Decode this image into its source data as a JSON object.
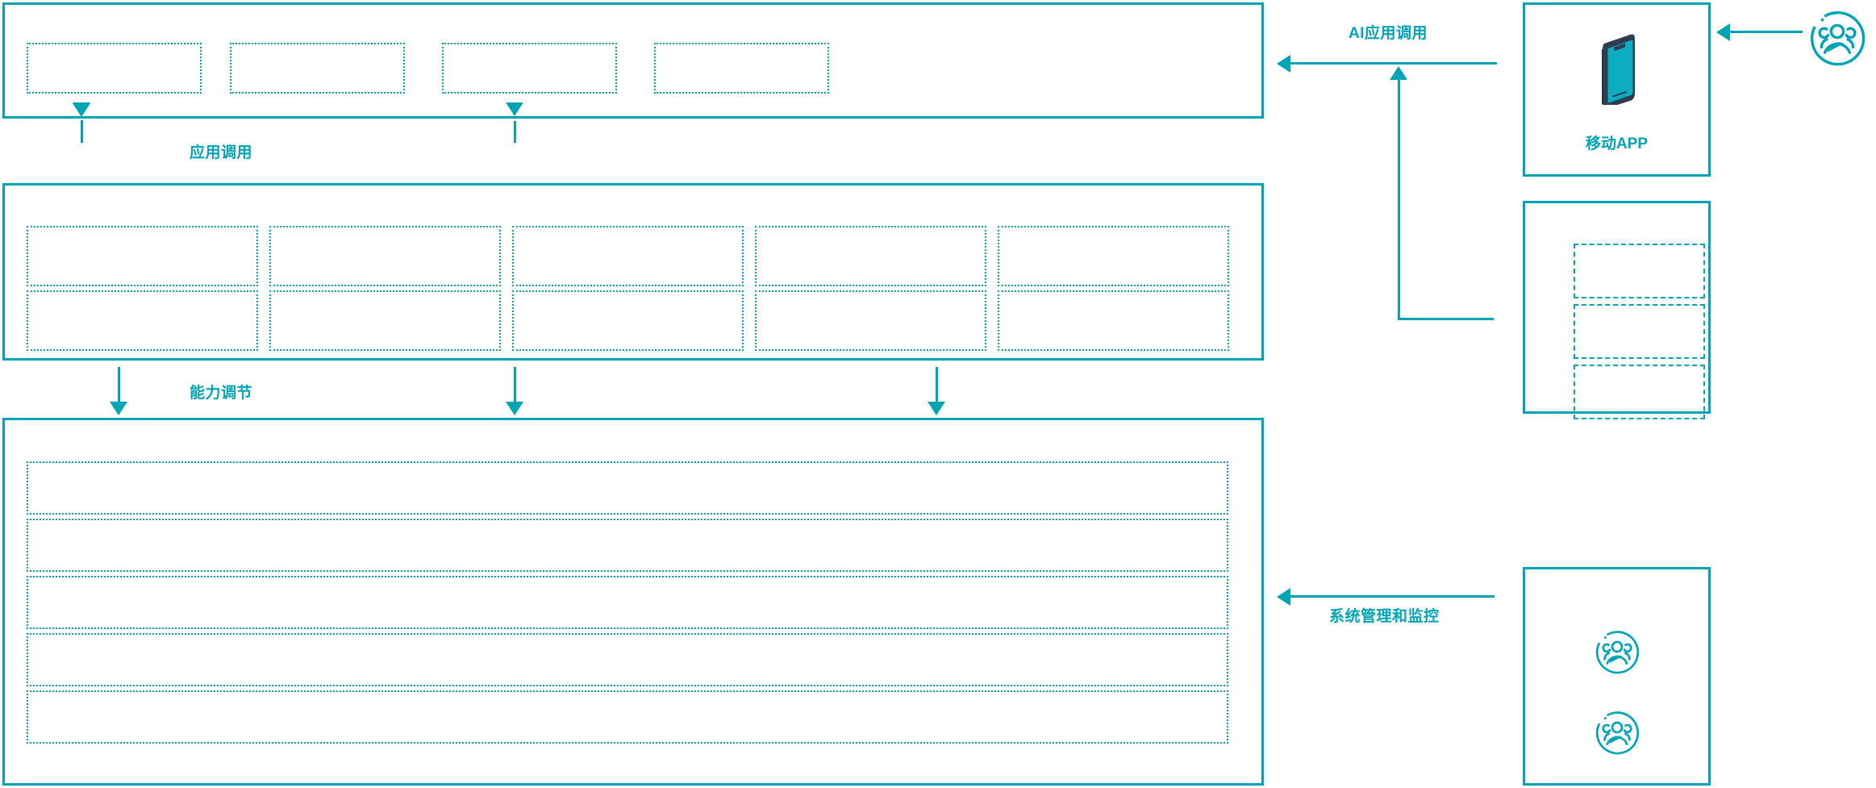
{
  "theme": {
    "accent": "#00A5B5",
    "phone_body": "#2C3E50",
    "phone_screen": "#0AAEC0",
    "background": "#FFFFFF"
  },
  "flows": {
    "app_invoke": "应用调用",
    "capability_adjust": "能力调节",
    "ai_app_invoke": "AI应用调用",
    "system_admin_monitor": "系统管理和监控"
  },
  "panels": {
    "application_layer": {
      "cells": [
        "",
        "",
        "",
        ""
      ]
    },
    "capability_layer": {
      "row1": [
        "",
        "",
        "",
        "",
        ""
      ],
      "row2": [
        "",
        "",
        "",
        "",
        ""
      ]
    },
    "platform_layer": {
      "rows": [
        "",
        "",
        "",
        "",
        ""
      ]
    }
  },
  "nodes": {
    "mobile_app": {
      "caption": "移动APP",
      "icon": "smartphone-icon"
    },
    "channel_box": {
      "cells": [
        "",
        "",
        ""
      ]
    },
    "ops_box": {
      "icons": [
        "user-group-icon",
        "user-group-icon"
      ]
    },
    "end_user": {
      "icon": "user-group-icon"
    }
  }
}
